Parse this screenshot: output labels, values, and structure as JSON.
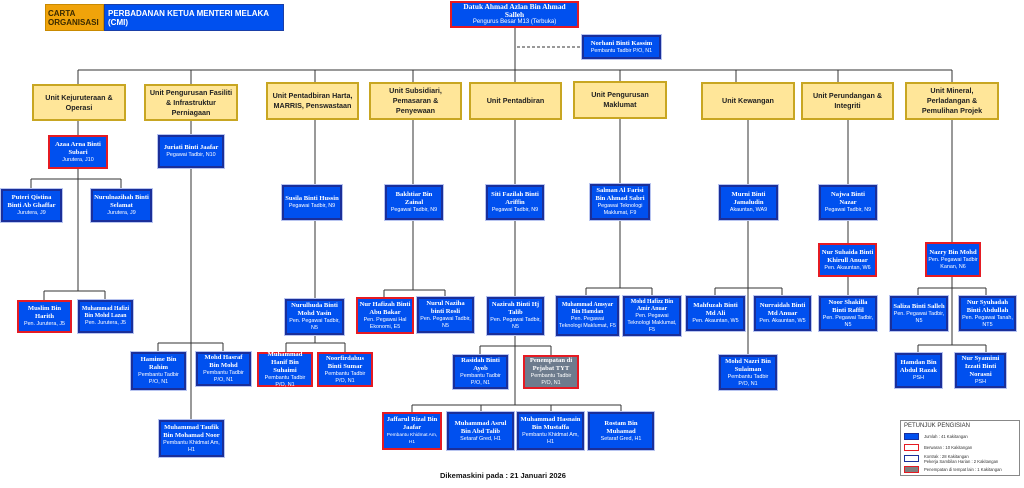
{
  "header": {
    "label": "CARTA ORGANISASI",
    "org": "PERBADANAN KETUA MENTERI MELAKA (CMI)"
  },
  "colors": {
    "staff_fill": "#0050ef",
    "staff_border": "#1a2f9a",
    "contract_border": "#e51b23",
    "placed_elsewhere_fill": "#6d7b8d",
    "unit_fill": "#ffe699",
    "unit_border": "#c8a622",
    "title_orange": "#f0a30a"
  },
  "head": {
    "name": "Datuk Ahmad Azlan Bin Ahmad Salleh",
    "position": "Pengurus Besar M13 (Terbuka)"
  },
  "assistant": {
    "name": "Norhani Binti Kassim",
    "position": "Pembantu Tadbir P/O, N1"
  },
  "units": [
    {
      "label": "Unit Kejuruteraan & Operasi"
    },
    {
      "label": "Unit Pengurusan Fasiliti & Infrastruktur Perniagaan"
    },
    {
      "label": "Unit Pentadbiran Harta, MARRIS, Penswastaan"
    },
    {
      "label": "Unit Subsidiari, Pemasaran & Penyewaan"
    },
    {
      "label": "Unit Pentadbiran"
    },
    {
      "label": "Unit Pengurusan Maklumat"
    },
    {
      "label": "Unit Kewangan"
    },
    {
      "label": "Unit Perundangan & Integriti"
    },
    {
      "label": "Unit Mineral, Perladangan & Pemulihan Projek"
    }
  ],
  "staff": {
    "azaa": {
      "name": "Azaa Arna Binti Subari",
      "position": "Jurutera, J10"
    },
    "puteri": {
      "name": "Puteri Qistina Binti Ab Ghaffar",
      "position": "Jurutera, J9"
    },
    "nurulnazihah": {
      "name": "Nurulnazihah Binti Selamat",
      "position": "Jurutera, J9"
    },
    "muslim": {
      "name": "Muslim Bin Harith",
      "position": "Pen. Jurutera, J5"
    },
    "hafizi": {
      "name": "Muhammad Hafizi Bin Mohd Lazan",
      "position": "Pen. Jurutera, J5"
    },
    "juriati": {
      "name": "Juriati Binti Jaafar",
      "position": "Pegawai Tadbir, N10"
    },
    "hamime": {
      "name": "Hamime Bin Rahim",
      "position": "Pembantu Tadbir P/O, N1"
    },
    "hasraf": {
      "name": "Mohd Hasraf Bin Mohd",
      "position": "Pembantu Tadbir P/O, N1"
    },
    "taufik": {
      "name": "Muhammad Taufik Bin Mohamad Noor",
      "position": "Pembantu Khidmat Am, H1"
    },
    "susila": {
      "name": "Susila Binti Hussin",
      "position": "Pegawai Tadbir, N9"
    },
    "nurulhuda": {
      "name": "Nurulhuda Binti Mohd Yasin",
      "position": "Pen. Pegawai Tadbir, N5"
    },
    "hanif": {
      "name": "Muhammad Hanif Bin Suhaimi",
      "position": "Pembantu Tadbir P/O, N1"
    },
    "noorfirdahus": {
      "name": "Noorfirdahus Binti Sumar",
      "position": "Pembantu Tadbir P/O, N1"
    },
    "bakhtiar": {
      "name": "Bakhtiar Bin Zainal",
      "position": "Pegawai Tadbir, N9"
    },
    "hafizah": {
      "name": "Nur Hafizah Binti Abu Bakar",
      "position": "Pen. Pegawai Hal Ekonomi, E5"
    },
    "naziha": {
      "name": "Nurul Naziha binti Rosli",
      "position": "Pen. Pegawai Tadbir, N5"
    },
    "fazilah": {
      "name": "Siti Fazilah Binti Ariffin",
      "position": "Pegawai Tadbir, N9"
    },
    "nazirah": {
      "name": "Nazirah Binti Hj Talib",
      "position": "Pen. Pegawai Tadbir, N5"
    },
    "rasidah": {
      "name": "Rasidah Binti Ayob",
      "position": "Pembantu Tadbir P/O, N1"
    },
    "tyt": {
      "name": "Penempatan di Pejabat TYT",
      "position": "Pembantu Tadbir P/O, N1"
    },
    "jaffarul": {
      "name": "Jaffarul Rizal Bin Jaafar",
      "position": "Pembantu Khidmat Am, H1"
    },
    "asrul": {
      "name": "Muhammad Asrul Bin Abd Talib",
      "position": "Setaraf Gred, H1"
    },
    "hasnain": {
      "name": "Muhammad Hasnain Bin Mustaffa",
      "position": "Pembantu Khidmat Am, H1"
    },
    "rostam": {
      "name": "Rostam Bin Muhamad",
      "position": "Setaraf Gred, H1"
    },
    "salman": {
      "name": "Salman Al Farisi Bin Ahmad Sabri",
      "position": "Pegawai Teknologi Maklumat, F9"
    },
    "amsyar": {
      "name": "Muhammad Amsyar Bin Hamdan",
      "position": "Pen. Pegawai Teknologi Maklumat, F5"
    },
    "hafizz": {
      "name": "Mohd Hafizz Bin Amir Anuar",
      "position": "Pen. Pegawai Teknologi Maklumat, F5"
    },
    "murni": {
      "name": "Murni Binti Jamaludin",
      "position": "Akauntan, WA9"
    },
    "mahfuzah": {
      "name": "Mahfuzah Binti Md Ali",
      "position": "Pen. Akauntan, W5"
    },
    "nurraidah": {
      "name": "Nurraidah Binti Md Anuar",
      "position": "Pen. Akauntan, W5"
    },
    "nazri": {
      "name": "Mohd Nazri Bin Sulaiman",
      "position": "Pembantu Tadbir P/O, N1"
    },
    "najwa": {
      "name": "Najwa Binti Nazar",
      "position": "Pegawai Tadbir, N9"
    },
    "suhaida": {
      "name": "Nur Suhaida Binti Khirull Anuar",
      "position": "Pen. Akauntan, W6"
    },
    "shakilla": {
      "name": "Noor Shakilla Binti Raffil",
      "position": "Pen. Pegawai Tadbir, N5"
    },
    "nazry": {
      "name": "Nazry Bin Mohd",
      "position": "Pen. Pegawai Tadbir Kanan, N6"
    },
    "saliza": {
      "name": "Saliza Binti Salleh",
      "position": "Pen. Pegawai Tadbir, N5"
    },
    "syuhadah": {
      "name": "Nur Syuhadah Binti Abdullah",
      "position": "Pen. Pegawai Tanah, NT5"
    },
    "hamdan": {
      "name": "Hamdan Bin Abdul Razak",
      "position": "PSH"
    },
    "syamimi": {
      "name": "Nur Syamimi Izzati Binti Norasni",
      "position": "PSH"
    }
  },
  "legend": {
    "title": "PETUNJUK PENGISIAN",
    "items": [
      {
        "text": "Jumlah : 41 Kakitangan",
        "fill": "#0050ef",
        "border": "#1a2f9a"
      },
      {
        "text": "Berwaran : 10 Kakitangan",
        "fill": "#ffffff",
        "border": "#e51b23"
      },
      {
        "text": "Kontrak : 28 Kakitangan",
        "text2": "Pekerja Sambilan Harian : 2 Kakitangan",
        "fill": "#ffffff",
        "border": "#1a2f9a"
      },
      {
        "text": "Penempatan di tempat lain : 1 Kakitangan",
        "fill": "#7f7f7f",
        "border": "#e51b23"
      }
    ]
  },
  "footer": {
    "updated": "Dikemaskini pada : 21 Januari 2026"
  }
}
